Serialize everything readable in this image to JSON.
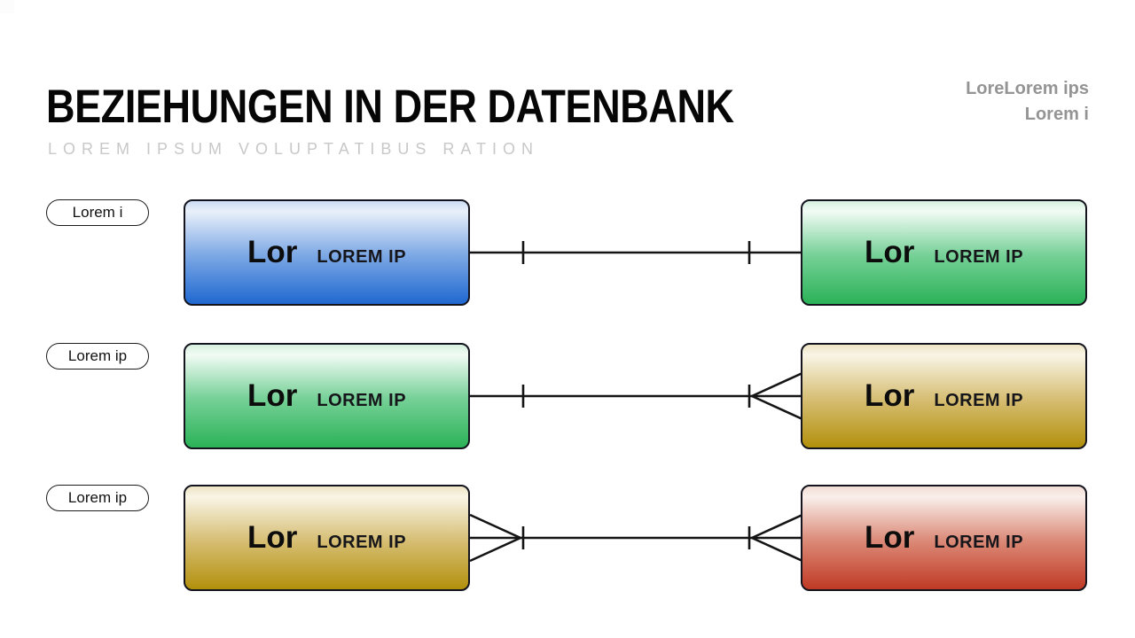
{
  "header": {
    "title": "BEZIEHUNGEN IN DER DATENBANK",
    "subtitle": "LOREM IPSUM VOLUPTATIBUS RATION",
    "meta_line1": "LoreLorem ips",
    "meta_line2": "Lorem i"
  },
  "colors": {
    "background": "#ffffff",
    "title_text": "#060606",
    "subtitle_text": "#c8c8c8",
    "meta_text": "#949494",
    "box_border": "#14141e",
    "connector_line": "#141414",
    "entity_blue_bottom": "#1f68d0",
    "entity_green_bottom": "#2bb257",
    "entity_gold_bottom": "#b2900c",
    "entity_red_bottom": "#c03a24"
  },
  "diagram": {
    "rows": [
      {
        "label": "Lorem i",
        "left_box": {
          "title": "Lor",
          "subtitle": "LOREM IP",
          "color": "blue"
        },
        "relationship": {
          "type": "one-to-one",
          "left_end": "one",
          "right_end": "one"
        },
        "right_box": {
          "title": "Lor",
          "subtitle": "LOREM IP",
          "color": "green"
        }
      },
      {
        "label": "Lorem ip",
        "left_box": {
          "title": "Lor",
          "subtitle": "LOREM IP",
          "color": "green"
        },
        "relationship": {
          "type": "one-to-many",
          "left_end": "one",
          "right_end": "many"
        },
        "right_box": {
          "title": "Lor",
          "subtitle": "LOREM IP",
          "color": "gold"
        }
      },
      {
        "label": "Lorem ip",
        "left_box": {
          "title": "Lor",
          "subtitle": "LOREM IP",
          "color": "gold"
        },
        "relationship": {
          "type": "many-to-many",
          "left_end": "many",
          "right_end": "many"
        },
        "right_box": {
          "title": "Lor",
          "subtitle": "LOREM IP",
          "color": "red"
        }
      }
    ]
  }
}
